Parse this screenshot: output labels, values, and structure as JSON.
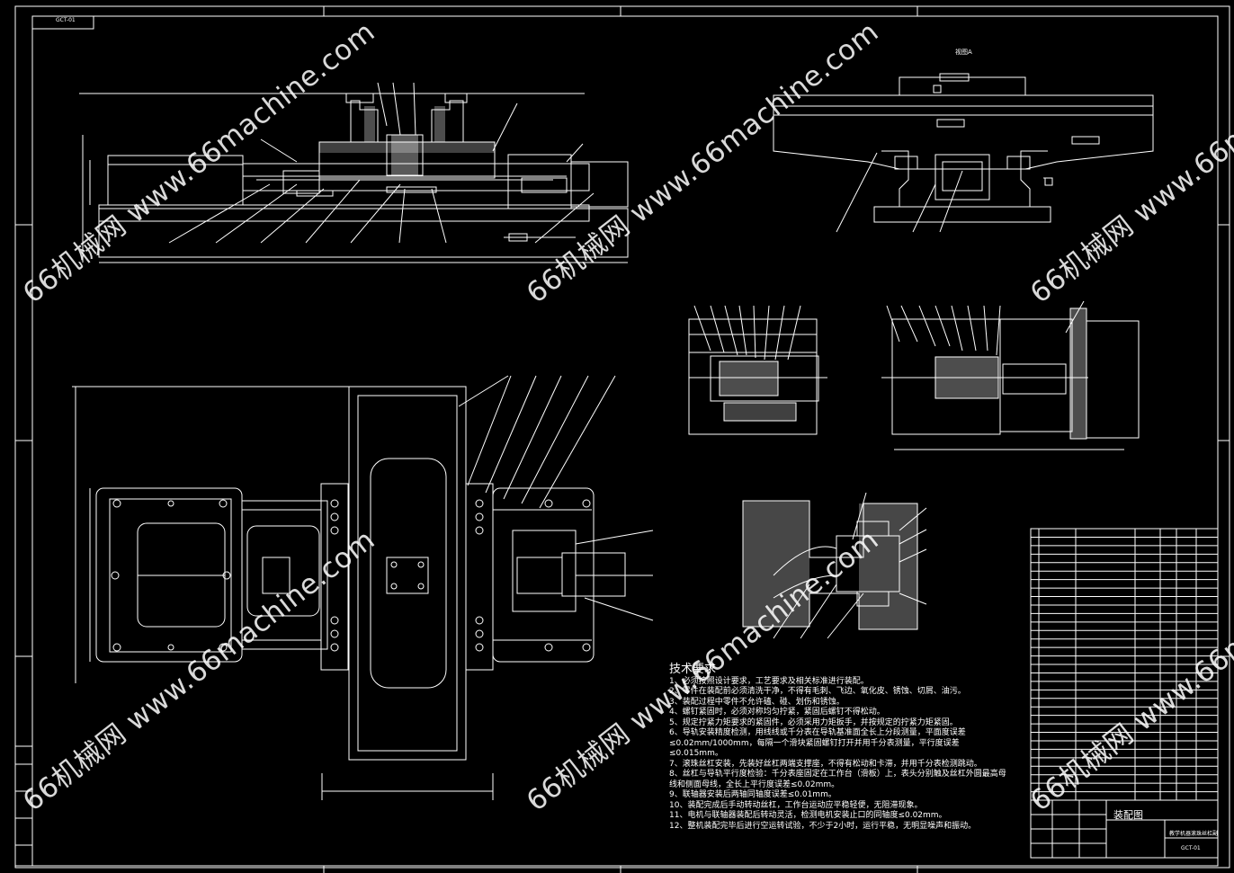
{
  "sheet": {
    "stamp": "GCT-01",
    "view_label": "视图A",
    "title_block_title": "装配图",
    "title_block_name": "教学机器滚珠丝杠副",
    "title_block_code": "GCT-01"
  },
  "technical_requirements": {
    "title": "技术要求",
    "lines": [
      "1、必须按照设计要求，工艺要求及相关标准进行装配。",
      "2、零件在装配前必须清洗干净，不得有毛刺、飞边、氧化皮、锈蚀、切屑、油污。",
      "3、装配过程中零件不允许磕、碰、划伤和锈蚀。",
      "4、螺钉紧固时，必须对称均匀拧紧，紧固后螺钉不得松动。",
      "5、规定拧紧力矩要求的紧固件，必须采用力矩扳手，并按规定的拧紧力矩紧固。",
      "6、导轨安装精度检测，用线线或千分表在导轨基准面全长上分段测量，平面度误差≤0.02mm/1000mm，每隔一个滑块紧固螺钉打开并用千分表测量，平行度误差≤0.015mm。",
      "7、滚珠丝杠安装，先装好丝杠两端支撑座，不得有松动和卡滞，并用千分表检测跳动。",
      "8、丝杠与导轨平行度检验：千分表座固定在工作台（滑板）上，表头分别触及丝杠外圆最高母线和侧面母线，全长上平行度误差≤0.02mm。",
      "9、联轴器安装后两轴同轴度误差≤0.01mm。",
      "10、装配完成后手动转动丝杠，工作台运动应平稳轻便，无阻滞现象。",
      "11、电机与联轴器装配后转动灵活，检测电机安装止口的同轴度≤0.02mm。",
      "12、整机装配完毕后进行空运转试验，不少于2小时，运行平稳，无明显噪声和振动。"
    ]
  },
  "parts_list": {
    "rows": 32
  },
  "colors": {
    "background": "#000000",
    "line": "#ffffff"
  }
}
